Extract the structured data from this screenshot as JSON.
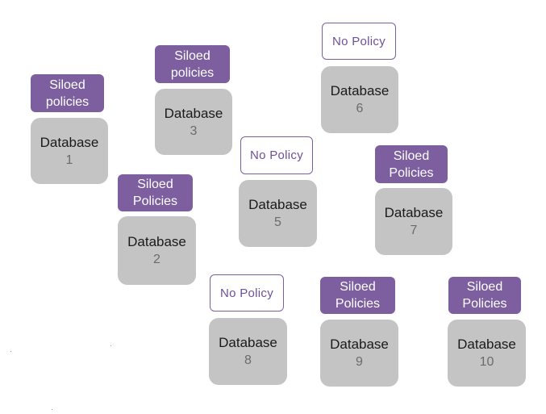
{
  "nodes": [
    {
      "policy": "Siloed policies",
      "policy_type": "siloed",
      "label": "Database",
      "number": "1"
    },
    {
      "policy": "Siloed Policies",
      "policy_type": "siloed",
      "label": "Database",
      "number": "2"
    },
    {
      "policy": "Siloed policies",
      "policy_type": "siloed",
      "label": "Database",
      "number": "3"
    },
    {
      "policy": "No Policy",
      "policy_type": "none",
      "label": "Database",
      "number": "5"
    },
    {
      "policy": "No Policy",
      "policy_type": "none",
      "label": "Database",
      "number": "6"
    },
    {
      "policy": "Siloed Policies",
      "policy_type": "siloed",
      "label": "Database",
      "number": "7"
    },
    {
      "policy": "No Policy",
      "policy_type": "none",
      "label": "Database",
      "number": "8"
    },
    {
      "policy": "Siloed Policies",
      "policy_type": "siloed",
      "label": "Database",
      "number": "9"
    },
    {
      "policy": "Siloed Policies",
      "policy_type": "siloed",
      "label": "Database",
      "number": "10"
    }
  ],
  "colors": {
    "policy_siloed_fill": "#7d5fa0",
    "policy_none_border": "#7d5fa0",
    "policy_none_text": "#6e5096",
    "database_fill": "#c4c4c4",
    "database_text": "#1a1a1a",
    "database_number": "#6b6b6b"
  }
}
